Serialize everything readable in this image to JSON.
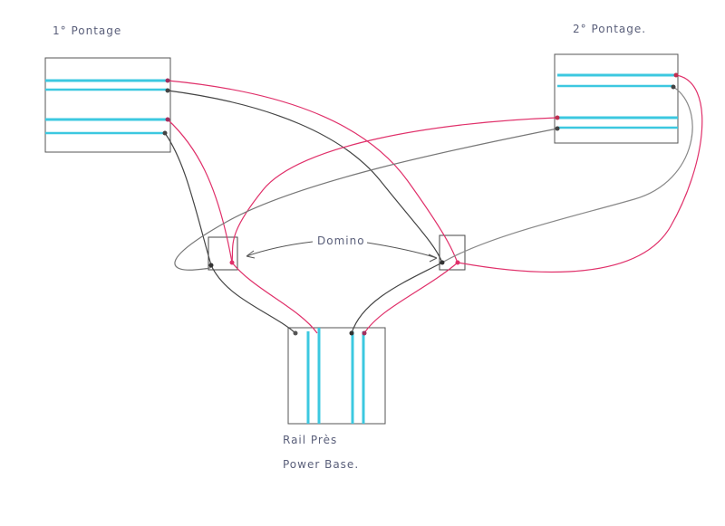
{
  "labels": {
    "bridge1": "1° Pontage",
    "bridge2": "2° Pontage.",
    "domino": "Domino",
    "base_line1": "Rail Près",
    "base_line2": "Power Base."
  },
  "colors": {
    "rail": "#3cc8e0",
    "red_wire": "#e0306a",
    "black_wire": "#444444",
    "box": "#555555"
  }
}
